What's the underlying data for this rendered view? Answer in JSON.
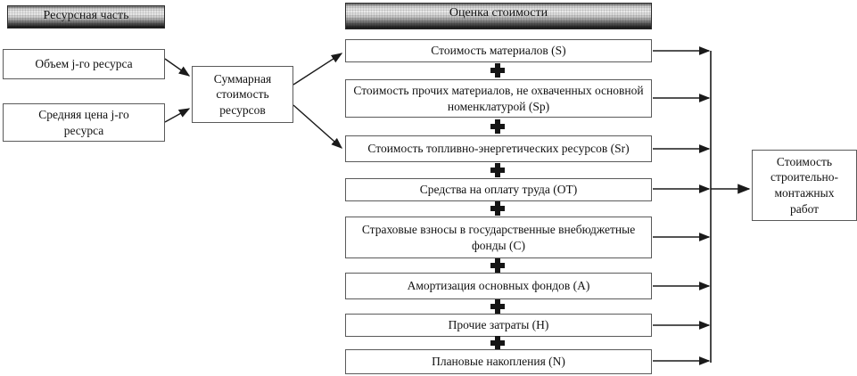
{
  "diagram": {
    "resource_section": {
      "header": "Ресурсная часть",
      "volume_box": "Объем j-го ресурса",
      "price_box": "Средняя цена j-го ресурса",
      "total_box": "Суммарная стоимость ресурсов"
    },
    "estimate_section": {
      "header": "Оценка стоимости",
      "items": [
        {
          "label": "Стоимость материалов (S)"
        },
        {
          "label": "Стоимость прочих материалов, не охваченных основной номенклатурой (Sp)"
        },
        {
          "label": "Стоимость топливно-энергетических ресурсов (Sr)"
        },
        {
          "label": "Средства на оплату труда (ОТ)"
        },
        {
          "label": "Страховые взносы в государственные внебюджетные фонды (С)"
        },
        {
          "label": "Амортизация основных фондов (А)"
        },
        {
          "label": "Прочие затраты (Н)"
        },
        {
          "label": "Плановые накопления (N)"
        }
      ]
    },
    "result_box": "Стоимость строительно-монтажных работ",
    "colors": {
      "line": "#1a1a1a",
      "box_border": "#5a5a5a",
      "background": "#ffffff"
    }
  }
}
